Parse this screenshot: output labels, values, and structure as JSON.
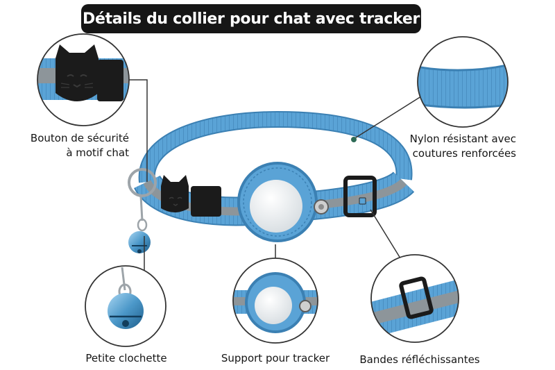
{
  "header": {
    "title": "Détails du collier pour chat avec tracker"
  },
  "callouts": {
    "safety_button": {
      "line1": "Bouton de sécurité",
      "line2": "à motif chat"
    },
    "nylon": {
      "line1": "Nylon résistant avec",
      "line2": "coutures renforcées"
    },
    "bell": {
      "label": "Petite clochette"
    },
    "tracker_holder": {
      "label": "Support pour tracker"
    },
    "reflective": {
      "label": "Bandes réfléchissantes"
    }
  },
  "colors": {
    "strap_blue": "#5aa3d6",
    "strap_dark": "#3b80b3",
    "reflective_gray": "#8d959a",
    "buckle_black": "#1b1b1b",
    "title_bg": "#161616",
    "pointer_line": "#333333",
    "pointer_dot": "#2e6b57"
  },
  "icons": {
    "cat_buckle": "cat-face-buckle-icon",
    "bell": "bell-icon",
    "tracker": "tracker-disc-icon"
  }
}
